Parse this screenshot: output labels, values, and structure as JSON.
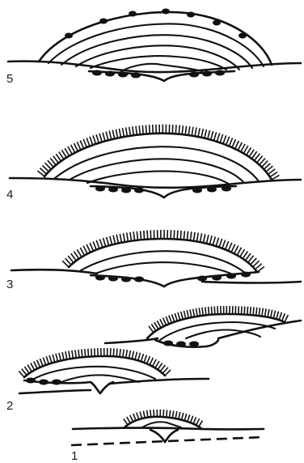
{
  "stages": [
    {
      "label": "5"
    },
    {
      "label": "4"
    },
    {
      "label": "3"
    },
    {
      "label": "2"
    },
    {
      "label": "1"
    }
  ]
}
